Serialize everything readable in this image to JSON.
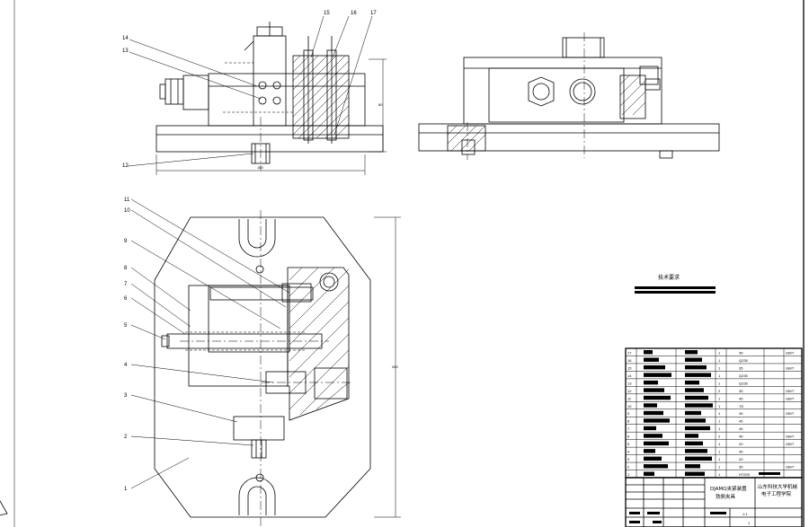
{
  "colors": {
    "line": "#000000",
    "paper": "#ffffff",
    "redacted": "#000000"
  },
  "views": {
    "front_view_labels": [
      "14",
      "13",
      "12",
      "15",
      "16",
      "17"
    ],
    "plan_view_labels": [
      "11",
      "10",
      "9",
      "8",
      "7",
      "6",
      "5",
      "4",
      "3",
      "2",
      "1"
    ]
  },
  "tech_notes": {
    "heading": "技术要求"
  },
  "bom": {
    "rows": [
      {
        "no": "17",
        "qty": "1",
        "material": "45",
        "remark": "GB/T"
      },
      {
        "no": "16",
        "qty": "1",
        "material": "Q235",
        "remark": ""
      },
      {
        "no": "15",
        "qty": "1",
        "material": "35",
        "remark": "GB/T"
      },
      {
        "no": "14",
        "qty": "1",
        "material": "Q235",
        "remark": ""
      },
      {
        "no": "13",
        "qty": "1",
        "material": "Q235",
        "remark": ""
      },
      {
        "no": "12",
        "qty": "2",
        "material": "35",
        "remark": "GB/T"
      },
      {
        "no": "11",
        "qty": "1",
        "material": "45",
        "remark": "GB/T"
      },
      {
        "no": "10",
        "qty": "1",
        "material": "T8",
        "remark": ""
      },
      {
        "no": "9",
        "qty": "1",
        "material": "45",
        "remark": "GB/T"
      },
      {
        "no": "8",
        "qty": "1",
        "material": "45",
        "remark": ""
      },
      {
        "no": "7",
        "qty": "1",
        "material": "45",
        "remark": ""
      },
      {
        "no": "6",
        "qty": "2",
        "material": "45",
        "remark": "GB/T"
      },
      {
        "no": "5",
        "qty": "1",
        "material": "20",
        "remark": "GB/T"
      },
      {
        "no": "4",
        "qty": "1",
        "material": "45",
        "remark": ""
      },
      {
        "no": "3",
        "qty": "1",
        "material": "20",
        "remark": ""
      },
      {
        "no": "2",
        "qty": "1",
        "material": "35",
        "remark": "GB/T"
      },
      {
        "no": "1",
        "qty": "1",
        "material": "HT200",
        "remark": ""
      }
    ]
  },
  "title_block": {
    "part_name": "DJAMQ夹紧装置",
    "part_sub": "铣侧夹具",
    "company": "山东科技大学机械",
    "company_sub": "电子工程学院",
    "scale": "1:1",
    "sheet": "1"
  }
}
